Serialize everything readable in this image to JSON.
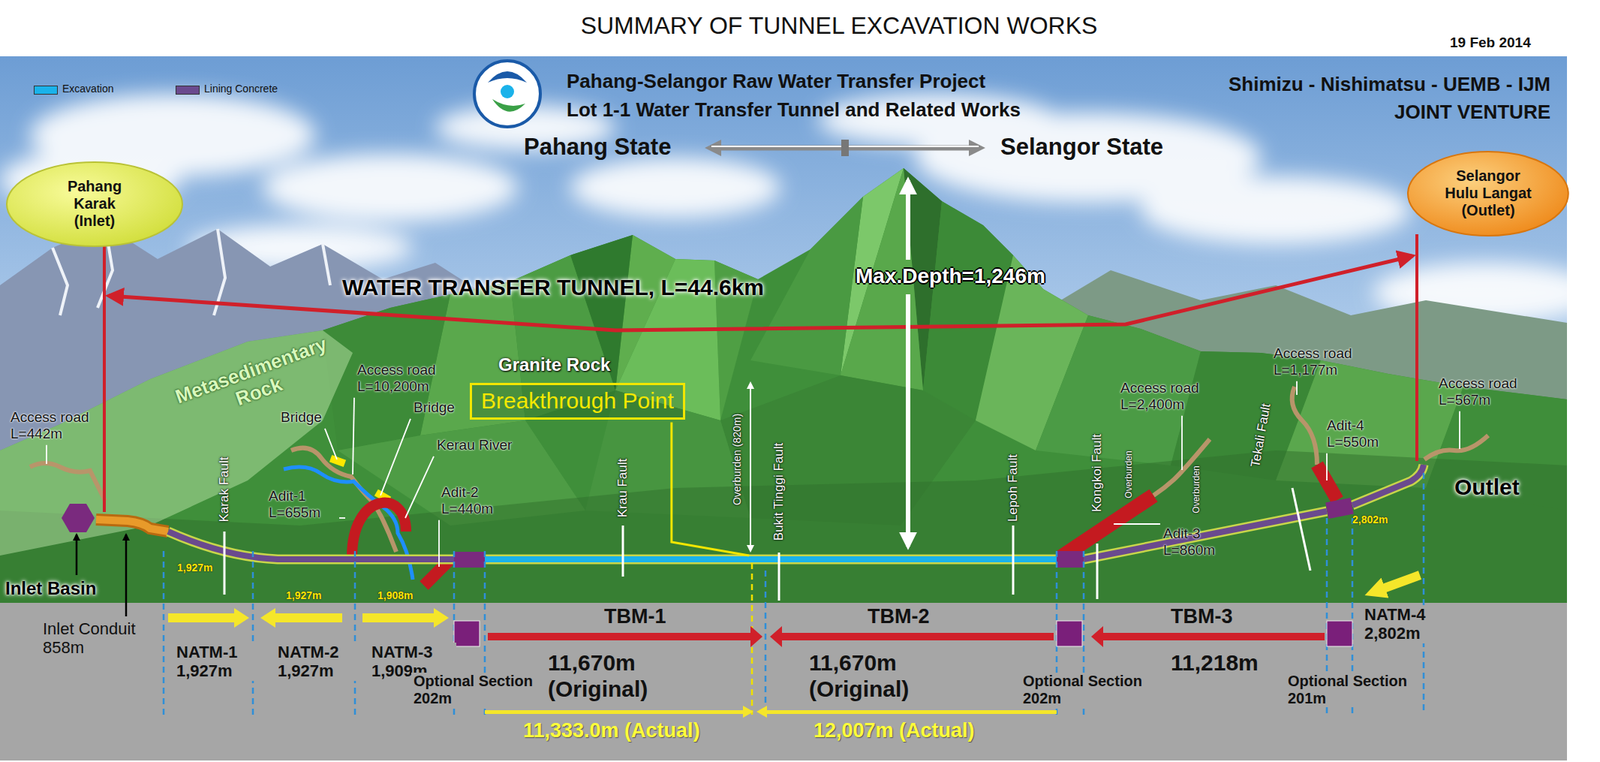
{
  "diagram": {
    "title": "SUMMARY OF TUNNEL EXCAVATION WORKS",
    "nodes": [
      {
        "text": [
          "Pahang Karak (Inlet)"
        ]
      },
      {
        "text": [
          "Selangor Hulu Langat (Outlet)"
        ]
      },
      {
        "text": [
          "Breakthrough Point"
        ]
      }
    ],
    "labels": [
      "19 Feb 2014",
      "Pahang-Selangor Raw Water Transfer Project",
      "Lot 1-1 Water Transfer Tunnel and Related Works",
      "Shimizu - Nishimatsu - UEMB - IJM",
      "JOINT VENTURE",
      "Pahang State",
      "Selangor State",
      "Max.Depth=1,246m",
      "WATER TRANSFER TUNNEL, L=44.6km",
      "Metasedimentary Rock",
      "Granite Rock",
      "Access road L=442m",
      "Bridge",
      "Access road L=10,200m",
      "Bridge",
      "Kerau River",
      "Adit-1 L=655m",
      "Adit-2 L=440m",
      "Karak Fault",
      "Krau Fault",
      "Overburden (820m)",
      "Bukit Tinggi Fault",
      "Lepoh Fault",
      "Kongkoi Fault",
      "Access road L=2,400m",
      "Overburden",
      "Overburden",
      "Adit-3 L=860m",
      "Access road L=1,177m",
      "Tekali Fault",
      "Adit-4 L=550m",
      "Access road L=567m",
      "Outlet",
      "2,802m",
      "1,927m",
      "1,927m",
      "1,908m",
      "Inlet Basin",
      "Inlet Conduit 858m",
      "NATM-1 1,927m",
      "NATM-2 1,927m",
      "NATM-3 1,909m",
      "Optional Section 202m",
      "TBM-1",
      "11,670m (Original)",
      "TBM-2",
      "11,670m (Original)",
      "Optional Section 202m",
      "TBM-3",
      "11,218m",
      "Optional Section 201m",
      "NATM-4 2,802m",
      "11,333.0m (Actual)",
      "12,007m (Actual)"
    ],
    "legend": [
      {
        "text": "Excavation",
        "color": "#1ab2ea"
      },
      {
        "text": "Lining Concrete",
        "color": "#6a4a8e"
      }
    ]
  }
}
